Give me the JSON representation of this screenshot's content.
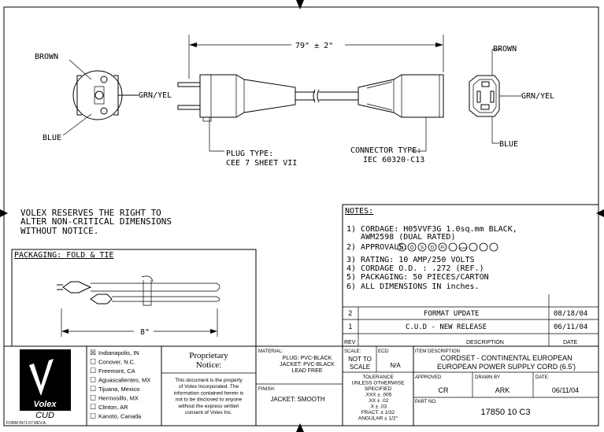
{
  "diagram": {
    "dimension_label": "79\" ± 2\"",
    "left_view": {
      "brown": "BROWN",
      "grnyel": "GRN/YEL",
      "blue": "BLUE"
    },
    "right_view": {
      "brown": "BROWN",
      "grnyel": "GRN/YEL",
      "blue": "BLUE"
    },
    "plug_type": [
      "PLUG TYPE:",
      "CEE 7 SHEET VII"
    ],
    "connector_type": [
      "CONNECTOR TYPE:",
      "IEC 60320-C13"
    ],
    "disclaimer": [
      "VOLEX RESERVES THE RIGHT TO",
      "ALTER NON-CRITICAL DIMENSIONS",
      "WITHOUT NOTICE."
    ]
  },
  "packaging": {
    "title": "PACKAGING: FOLD & TIE",
    "dim": "8\""
  },
  "notes": {
    "title": "NOTES:",
    "lines": [
      "1) CORDAGE: H05VVF3G 1.0sq.mm BLACK,",
      "   AWM2598 (DUAL RATED)",
      "2) APPROVALS:",
      "3) RATING: 10 AMP/250 VOLTS",
      "4) CORDAGE O.D. : .272 (REF.)",
      "5) PACKAGING: 50 PIECES/CARTON",
      "6) ALL DIMENSIONS IN inches."
    ],
    "approval_marks": [
      "N",
      "Ö",
      "S",
      "D",
      "FI",
      "",
      "KEMA",
      "",
      "",
      ""
    ]
  },
  "revisions": {
    "rows": [
      {
        "rev": "2",
        "description": "FORMAT UPDATE",
        "date": "08/18/04"
      },
      {
        "rev": "1",
        "description": "C.U.D - NEW RELEASE",
        "date": "06/11/04"
      }
    ],
    "headers": {
      "rev": "REV",
      "description": "DESCRIPTION",
      "date": "DATE"
    }
  },
  "title_block": {
    "logo_text": "Volex",
    "logo_sub": "CUD",
    "form": "FORM IN71-07 REV.A",
    "locations": [
      {
        "mark": "☒",
        "name": "Indianapolis, IN"
      },
      {
        "mark": "☐",
        "name": "Conover, N.C."
      },
      {
        "mark": "☐",
        "name": "Freemont, CA"
      },
      {
        "mark": "☐",
        "name": "Aguascalientes, MX"
      },
      {
        "mark": "☐",
        "name": "Tijuana, Mexico"
      },
      {
        "mark": "☐",
        "name": "Hermosillo, MX"
      },
      {
        "mark": "☐",
        "name": "Clinton, AR"
      },
      {
        "mark": "☐",
        "name": "Kanoto, Canada"
      }
    ],
    "proprietary_title": [
      "Proprietary",
      "Notice:"
    ],
    "proprietary_text": [
      "This document is the property",
      "of Volex Incorporated.  The",
      "information contained herein is",
      "not to be disclosed to anyone",
      "without the express written",
      "consent of Volex Inc."
    ],
    "material_label": "MATERIAL:",
    "material_lines": [
      "PLUG: PVC-BLACK",
      "JACKET: PVC-BLACK",
      "LEAD FREE"
    ],
    "finish_label": "FINISH:",
    "finish_value": "JACKET: SMOOTH",
    "scale_label": "SCALE:",
    "scale_value": [
      "NOT TO",
      "SCALE"
    ],
    "ecd_label": "ECD:",
    "ecd_value": "N/A",
    "tolerance": [
      "TOLERANCE",
      "UNLESS OTHERWISE",
      "SPECIFIED",
      ".XXX ± .005",
      ".XX ± .02",
      ".X ± .03",
      "FRACT. ± 1/32",
      "ANGULAR ± 1/2°"
    ],
    "item_label": "ITEM DESCRIPTION",
    "item_lines": [
      "CORDSET - CONTINENTAL EUROPEAN",
      "EUROPEAN POWER SUPPLY CORD (6.5')"
    ],
    "approved_label": "APPROVED",
    "approved_value": "CR",
    "drawn_label": "DRAWN BY",
    "drawn_value": "ARK",
    "date_label": "DATE:",
    "date_value": "06/11/04",
    "part_label": "PART NO.",
    "part_value": "17850 10 C3"
  }
}
